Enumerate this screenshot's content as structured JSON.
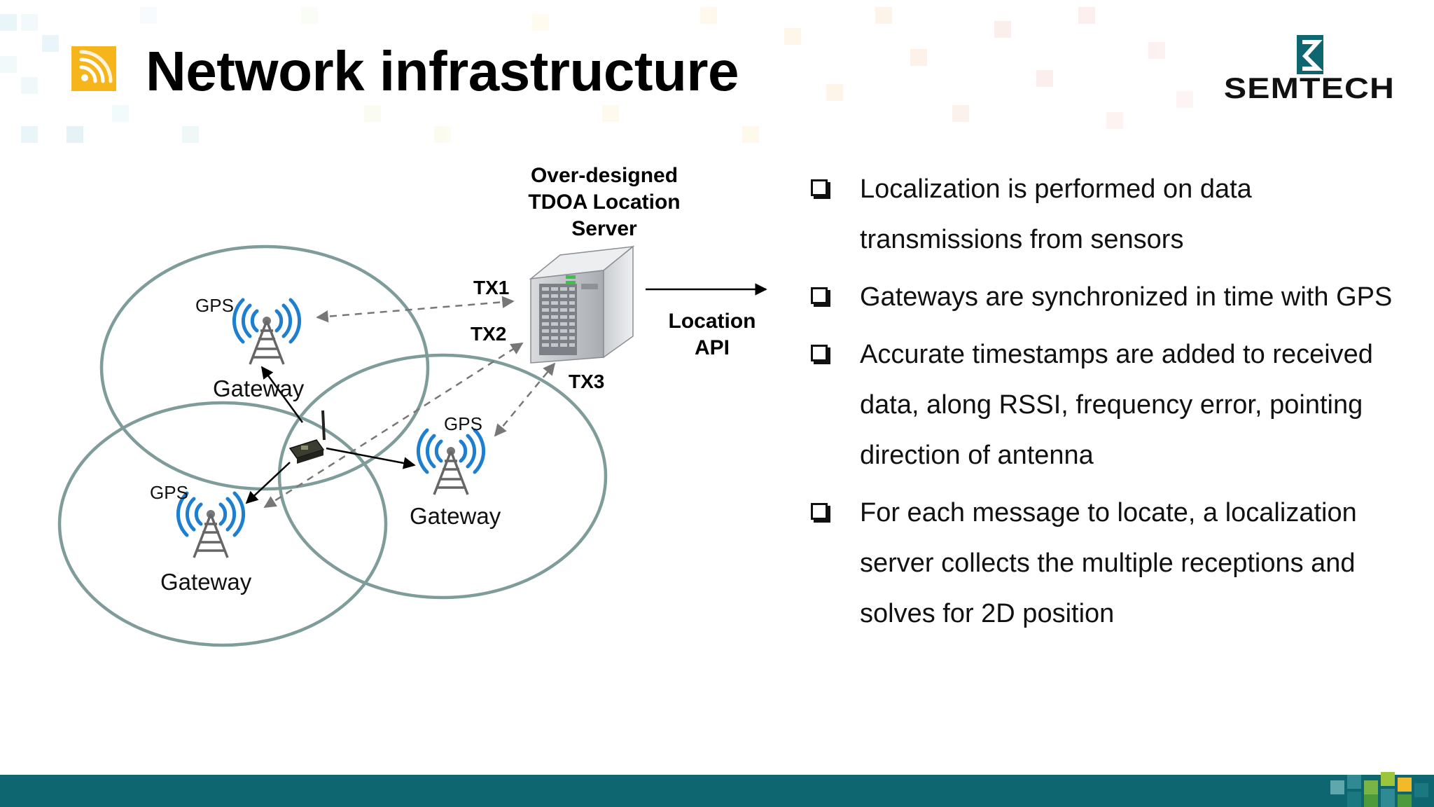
{
  "slide": {
    "title": "Network infrastructure",
    "logo_text": "SEMTECH",
    "rss_icon": "rss-feed-icon",
    "colors": {
      "title": "#000000",
      "rss_badge": "#f5b51b",
      "footer_band": "#0d6670",
      "ellipse": "#7e9c9a",
      "signal_waves": "#1e7fd0"
    }
  },
  "diagram": {
    "server_label_line1": "Over-designed",
    "server_label_line2": "TDOA Location",
    "server_label_line3": "Server",
    "api_label_line1": "Location",
    "api_label_line2": "API",
    "tx1": "TX1",
    "tx2": "TX2",
    "tx3": "TX3",
    "gateway_top": {
      "gps": "GPS",
      "label": "Gateway"
    },
    "gateway_left": {
      "gps": "GPS",
      "label": "Gateway"
    },
    "gateway_right": {
      "gps": "GPS",
      "label": "Gateway"
    },
    "icons": [
      "server-icon",
      "antenna-tower-icon",
      "sensor-device-icon",
      "arrow-right-icon"
    ]
  },
  "bullets": [
    {
      "text": "Localization is performed on data transmissions from sensors"
    },
    {
      "text": "Gateways are synchronized in time with GPS"
    },
    {
      "text": "Accurate timestamps are added  to received data, along RSSI, frequency  error, pointing direction of antenna"
    },
    {
      "text": "For each message to locate, a localization server collects the multiple receptions and solves for 2D position"
    }
  ]
}
